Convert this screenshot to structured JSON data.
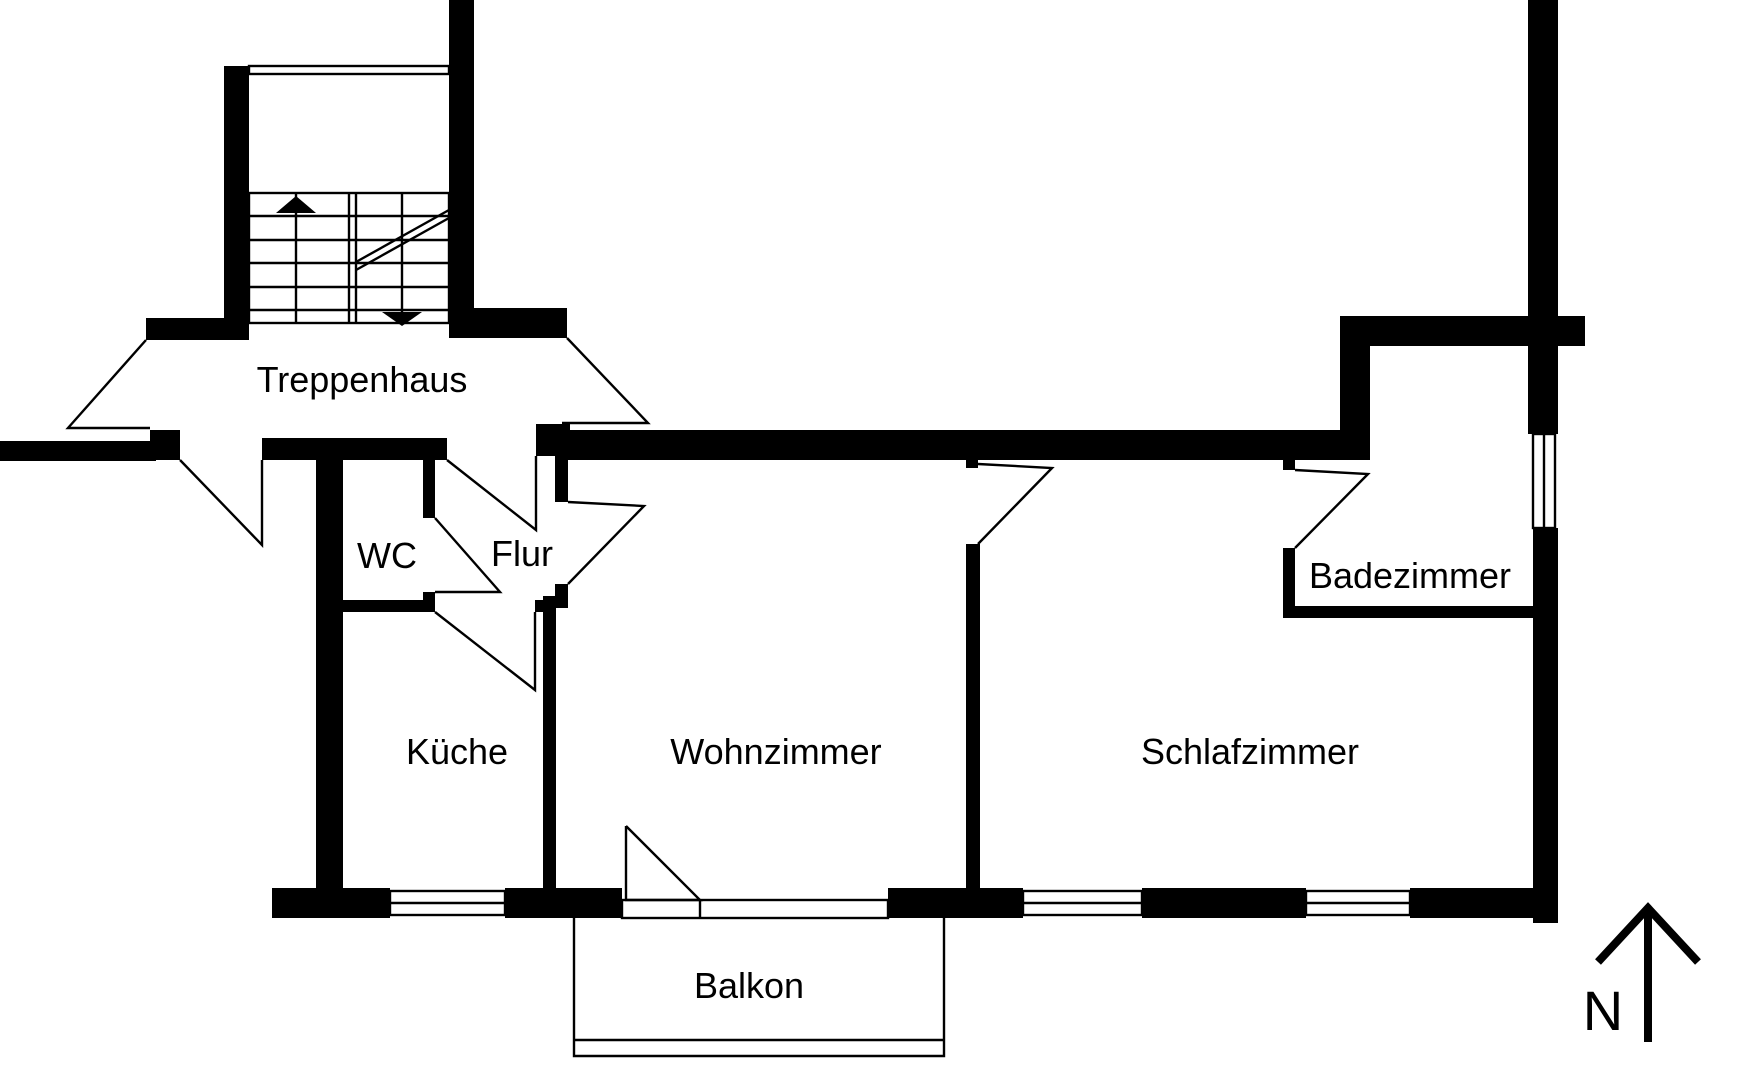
{
  "rooms": {
    "treppenhaus": "Treppenhaus",
    "wc": "WC",
    "flur": "Flur",
    "kueche": "Küche",
    "wohnzimmer": "Wohnzimmer",
    "schlafzimmer": "Schlafzimmer",
    "badezimmer": "Badezimmer",
    "balkon": "Balkon"
  },
  "north_arrow": {
    "letter": "N",
    "icon": "north-arrow-icon"
  },
  "colors": {
    "wall": "#000000",
    "background": "#ffffff"
  }
}
